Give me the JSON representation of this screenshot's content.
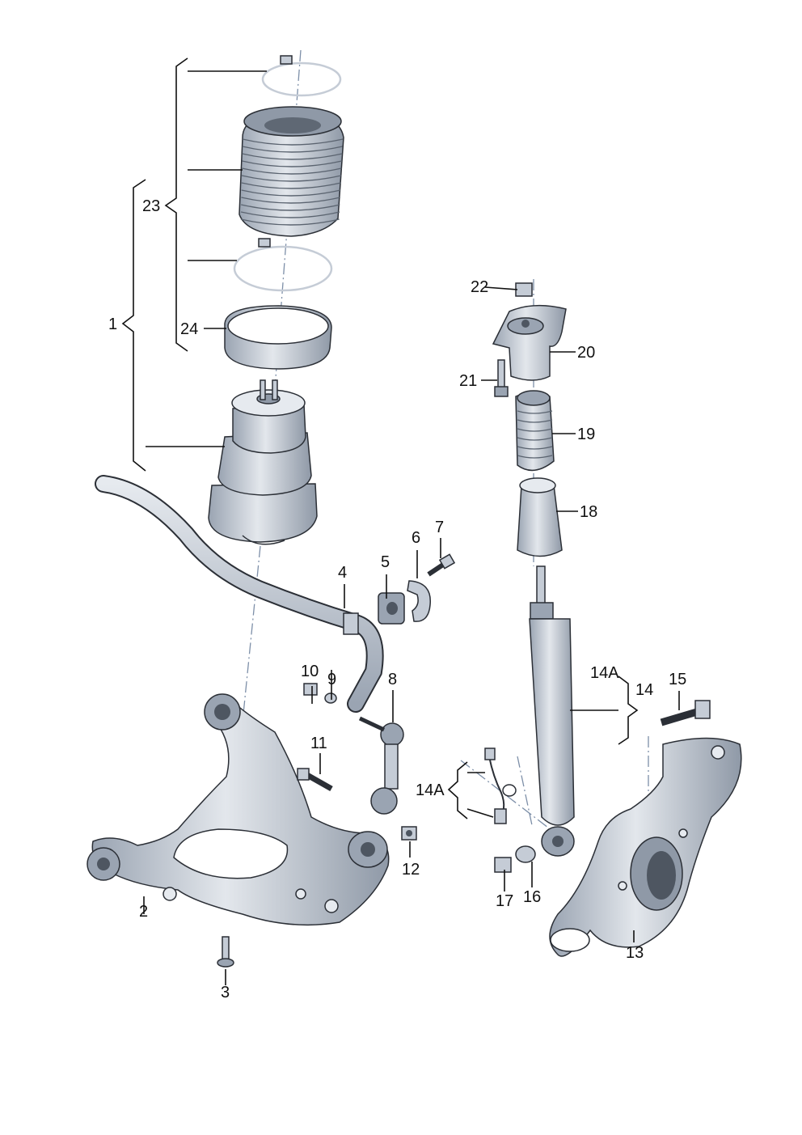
{
  "colors": {
    "part_fill": "#c5ccd6",
    "part_dark": "#8f99a7",
    "part_light": "#e6eaef",
    "outline": "#2b2f36",
    "axis": "#7d8fa8"
  },
  "callouts": {
    "c1": "1",
    "c2": "2",
    "c3": "3",
    "c4": "4",
    "c5": "5",
    "c6": "6",
    "c7": "7",
    "c8": "8",
    "c9": "9",
    "c10": "10",
    "c11": "11",
    "c12": "12",
    "c13": "13",
    "c14": "14",
    "c14a_top": "14A",
    "c14a_left": "14A",
    "c15": "15",
    "c16": "16",
    "c17": "17",
    "c18": "18",
    "c19": "19",
    "c20": "20",
    "c21": "21",
    "c22": "22",
    "c23": "23",
    "c24": "24"
  }
}
